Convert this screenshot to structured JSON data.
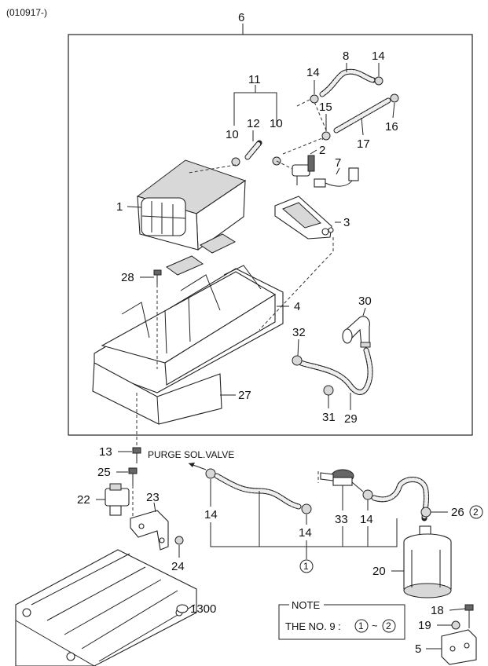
{
  "header_code": "(010917-)",
  "labels": {
    "p1": "1",
    "p2": "2",
    "p3": "3",
    "p4": "4",
    "p5": "5",
    "p6": "6",
    "p7": "7",
    "p8": "8",
    "p10a": "10",
    "p10b": "10",
    "p11": "11",
    "p12": "12",
    "p13": "13",
    "p14a": "14",
    "p14b": "14",
    "p14c": "14",
    "p14d": "14",
    "p14e": "14",
    "p15": "15",
    "p16": "16",
    "p17": "17",
    "p18": "18",
    "p19": "19",
    "p20": "20",
    "p22": "22",
    "p23": "23",
    "p24": "24",
    "p25": "25",
    "p26": "26",
    "p26c": "2",
    "p27": "27",
    "p28": "28",
    "p29": "29",
    "p30": "30",
    "p31": "31",
    "p32": "32",
    "p33": "33",
    "p1300": "1300",
    "c1": "1"
  },
  "callout_purge": "PURGE SOL.VALVE",
  "note": {
    "title": "NOTE",
    "text_prefix": "THE NO. 9 :",
    "circle_from": "1",
    "tilde": "~",
    "circle_to": "2"
  }
}
